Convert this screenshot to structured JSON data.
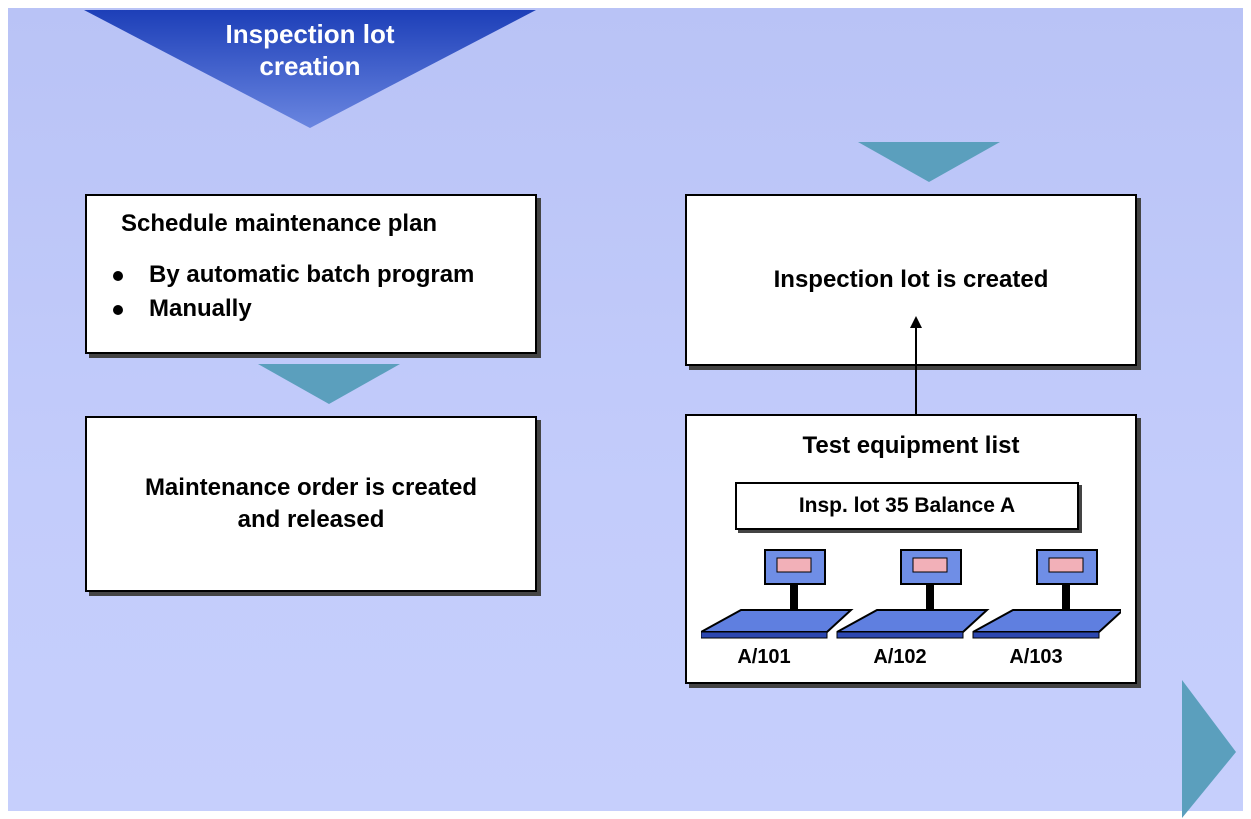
{
  "header": {
    "title_line1": "Inspection lot",
    "title_line2": "creation"
  },
  "steps": {
    "schedule": {
      "title": "Schedule maintenance plan",
      "bullets": [
        "By automatic batch program",
        "Manually"
      ]
    },
    "order": {
      "line1": "Maintenance order is created",
      "line2": "and released"
    },
    "inspection_lot": {
      "label": "Inspection lot is created"
    },
    "test_equipment": {
      "title": "Test equipment list",
      "record": "Insp. lot 35  Balance A",
      "items": [
        "A/101",
        "A/102",
        "A/103"
      ]
    }
  },
  "colors": {
    "background": "#c3ccfb",
    "arrow": "#5b9fbd",
    "header_banner": "#2f52c8",
    "box_fill": "#ffffff",
    "scale_plate": "#5f7fe0"
  },
  "icons": [
    "weighing-scale-icon"
  ]
}
